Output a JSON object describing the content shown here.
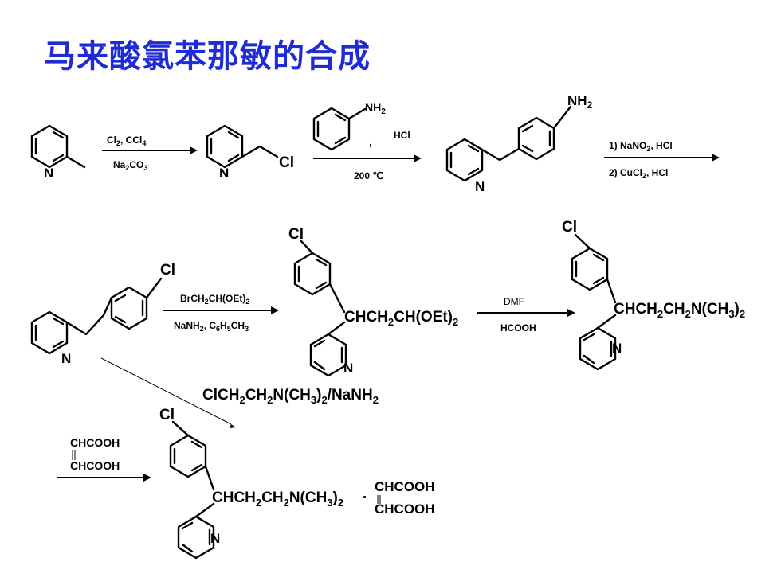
{
  "title": "马来酸氯苯那敏的合成",
  "reagents": {
    "step1_top": "Cl2, CCl4",
    "step1_bottom": "Na2CO3",
    "step2_comma": ",",
    "step2_top": "HCl",
    "step2_bottom": "200 ℃",
    "step3_top": "1) NaNO2, HCl",
    "step3_bottom": "2) CuCl2, HCl",
    "step4_top": "BrCH2CH(OEt)2",
    "step4_bottom": "NaNH2, C6H5CH3",
    "step5_top": "DMF",
    "step5_bottom": "HCOOH",
    "alt_route": "ClCH2CH2N(CH3)2/NaNH2",
    "maleic_top": "CHCOOH",
    "maleic_bottom": "CHCOOH"
  },
  "atoms": {
    "N": "N",
    "Cl": "Cl",
    "NH2": "NH2",
    "chain_acetal": "CHCH2CH(OEt)2",
    "chain_amine": "CHCH2CH2N(CH3)2",
    "dot": "·",
    "salt_top": "CHCOOH",
    "salt_bottom": "CHCOOH"
  }
}
